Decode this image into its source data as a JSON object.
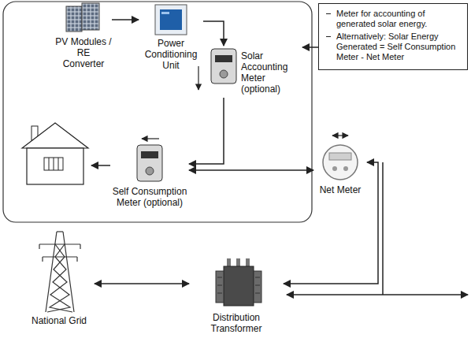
{
  "diagram": {
    "nodes": [
      {
        "text": [
          "PV Modules / RE Converter"
        ]
      },
      {
        "text": [
          "Power Conditioning Unit"
        ]
      },
      {
        "text": [
          "Solar Accounting Meter (optional)"
        ]
      },
      {
        "text": [
          "Meter for accounting of generated solar energy.",
          "Alternatively: Solar Energy Generated = Self Consumption Meter - Net Meter"
        ]
      },
      {
        "text": [
          "Self Consumption Meter (optional)"
        ]
      },
      {
        "text": [
          "Net Meter"
        ]
      },
      {
        "text": [
          "National Grid"
        ]
      },
      {
        "text": [
          "Distribution Transformer"
        ]
      }
    ],
    "edges": [
      {
        "from": 0,
        "to": 1,
        "arrow": "to"
      },
      {
        "from": 1,
        "to": 2,
        "arrow": "to"
      },
      {
        "from": 2,
        "to": 4,
        "arrow": "to"
      },
      {
        "from": 4,
        "to": 5,
        "arrow": "both"
      },
      {
        "from": 3,
        "to": 2,
        "arrow": "to"
      },
      {
        "from": 5,
        "to": 7,
        "arrow": "both"
      },
      {
        "from": 6,
        "to": 7,
        "arrow": "both"
      }
    ]
  }
}
